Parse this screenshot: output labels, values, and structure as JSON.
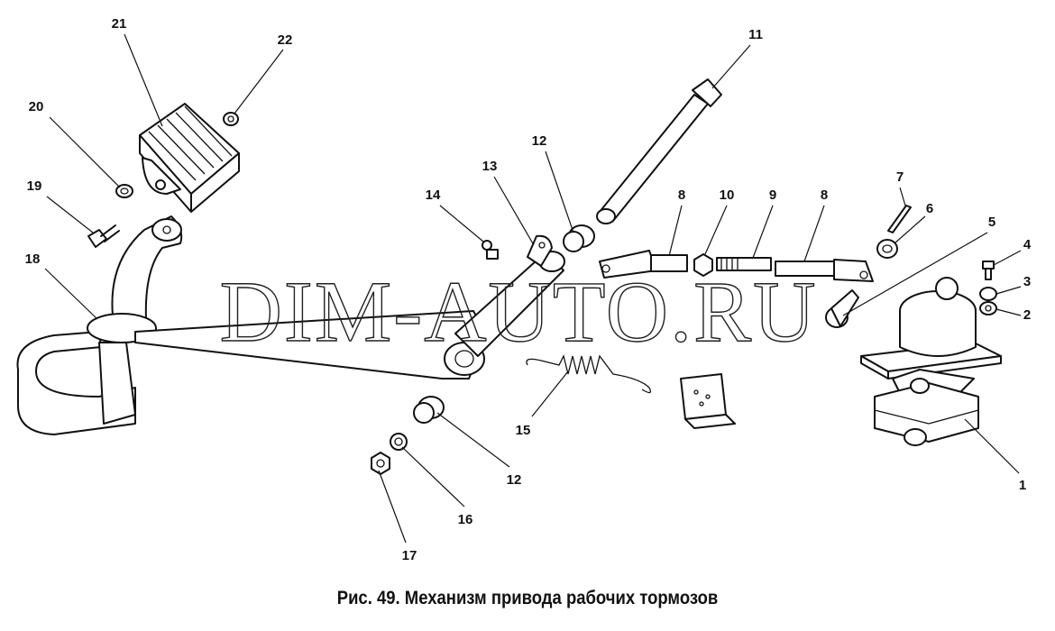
{
  "figure": {
    "caption": "Рис. 49. Механизм привода рабочих тормозов",
    "watermark": "DIM-AUTO.RU",
    "callouts": {
      "c1": "1",
      "c2": "2",
      "c3": "3",
      "c4": "4",
      "c5": "5",
      "c6": "6",
      "c7": "7",
      "c8a": "8",
      "c8b": "8",
      "c9": "9",
      "c10": "10",
      "c11": "11",
      "c12a": "12",
      "c12b": "12",
      "c13": "13",
      "c14": "14",
      "c15": "15",
      "c16": "16",
      "c17": "17",
      "c18": "18",
      "c19": "19",
      "c20": "20",
      "c21": "21",
      "c22": "22"
    }
  }
}
